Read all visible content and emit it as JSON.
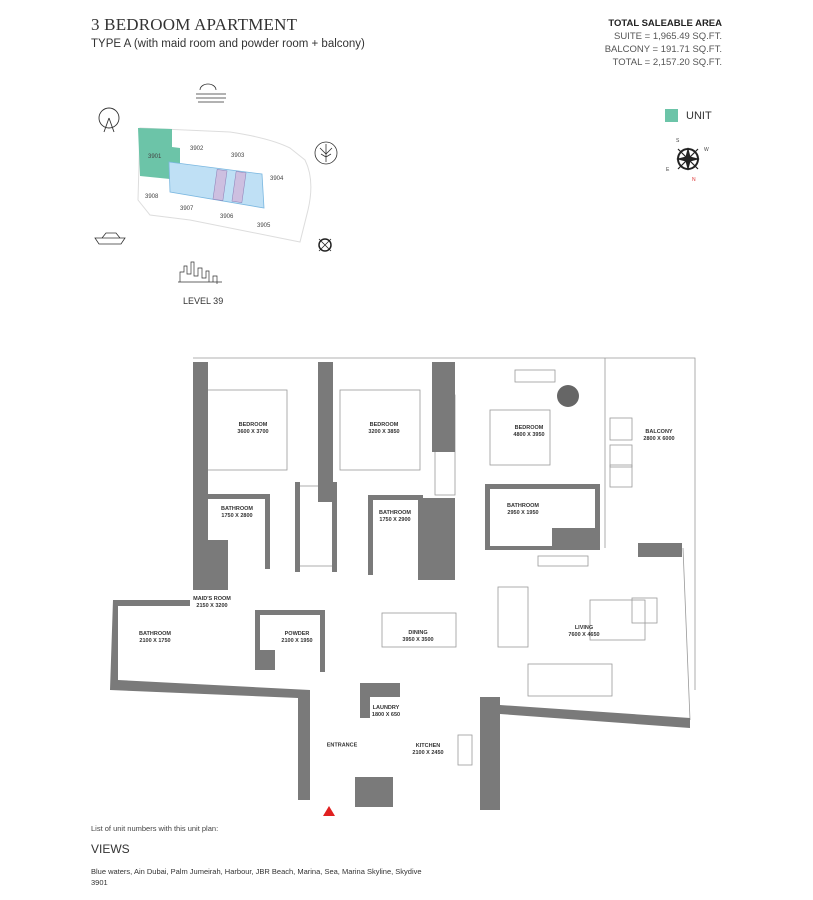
{
  "header": {
    "title": "3 BEDROOM APARTMENT",
    "subtitle": "TYPE A (with maid room and powder room + balcony)"
  },
  "areas": {
    "heading": "TOTAL SALEABLE AREA",
    "suite": "SUITE = 1,965.49 SQ.FT.",
    "balcony": "BALCONY = 191.71 SQ.FT.",
    "total": "TOTAL = 2,157.20 SQ.FT."
  },
  "legend": {
    "unit_label": "UNIT",
    "unit_color": "#6cc4a8"
  },
  "site_plan": {
    "level": "LEVEL 39",
    "units": [
      "3901",
      "3902",
      "3903",
      "3904",
      "3905",
      "3906",
      "3907",
      "3908"
    ],
    "highlighted_unit": "3901",
    "icons": [
      "sea-icon",
      "ferris-wheel-icon",
      "palm-icon",
      "yacht-icon",
      "compass-icon",
      "skyline-icon"
    ]
  },
  "rooms": {
    "bed1": {
      "name": "BEDROOM",
      "size": "3600 X 3700"
    },
    "bed2": {
      "name": "BEDROOM",
      "size": "3200 X 3850"
    },
    "bed3": {
      "name": "BEDROOM",
      "size": "4800 X 3950"
    },
    "balcony": {
      "name": "BALCONY",
      "size": "2800 X 6000"
    },
    "bath1": {
      "name": "BATHROOM",
      "size": "1750 X 2800"
    },
    "bath2": {
      "name": "BATHROOM",
      "size": "1750 X 2900"
    },
    "bath3": {
      "name": "BATHROOM",
      "size": "2950 X 1950"
    },
    "maid": {
      "name": "MAID'S ROOM",
      "size": "2150 X 3200"
    },
    "bath4": {
      "name": "BATHROOM",
      "size": "2100 X 1750"
    },
    "powder": {
      "name": "POWDER",
      "size": "2100 X 1950"
    },
    "dining": {
      "name": "DINING",
      "size": "3950 X 3500"
    },
    "living": {
      "name": "LIVING",
      "size": "7600 X 4650"
    },
    "laundry": {
      "name": "LAUNDRY",
      "size": "1800 X 650"
    },
    "entrance": {
      "name": "ENTRANCE"
    },
    "kitchen": {
      "name": "KITCHEN",
      "size": "2100 X 2450"
    }
  },
  "entrance_marker_color": "#e02020",
  "footer": {
    "unit_list_label": "List of unit numbers with this unit plan:",
    "views_heading": "VIEWS",
    "views": "Blue waters, Ain Dubai, Palm Jumeirah, Harbour, JBR Beach, Marina, Sea, Marina Skyline, Skydive",
    "unit_numbers": "3901"
  }
}
